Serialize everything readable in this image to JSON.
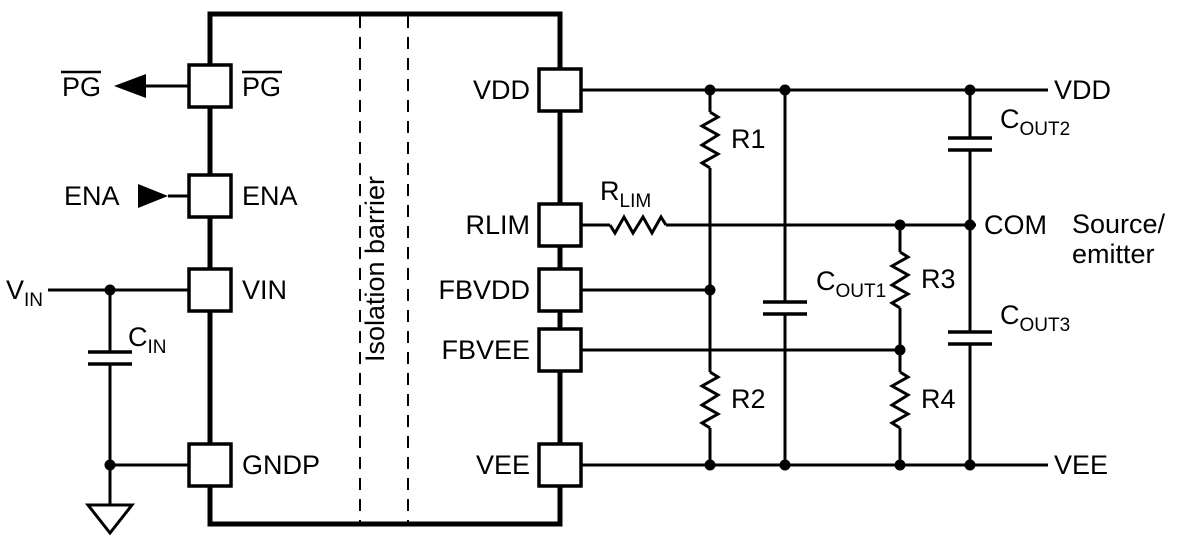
{
  "ic": {
    "isolation_barrier": {
      "label": "Isolation barrier",
      "color": "#cc0000"
    },
    "left_pins": [
      {
        "label": "PG",
        "overline": true
      },
      {
        "label": "ENA"
      },
      {
        "label": "VIN"
      },
      {
        "label": "GNDP"
      }
    ],
    "right_pins": [
      {
        "label": "VDD"
      },
      {
        "label": "RLIM"
      },
      {
        "label": "FBVDD"
      },
      {
        "label": "FBVEE"
      },
      {
        "label": "VEE"
      }
    ]
  },
  "external": {
    "pg_label": "PG",
    "pg_overline": true,
    "ena_label": "ENA",
    "vin": {
      "main": "V",
      "sub": "IN"
    },
    "cin": {
      "main": "C",
      "sub": "IN"
    }
  },
  "components": {
    "r1": "R1",
    "r2": "R2",
    "r3": "R3",
    "r4": "R4",
    "rlim": {
      "main": "R",
      "sub": "LIM"
    },
    "cout1": {
      "main": "C",
      "sub": "OUT1"
    },
    "cout2": {
      "main": "C",
      "sub": "OUT2"
    },
    "cout3": {
      "main": "C",
      "sub": "OUT3"
    }
  },
  "rails": {
    "vdd": "VDD",
    "vee": "VEE",
    "com": "COM",
    "load_line1": "Source/",
    "load_line2": "emitter"
  }
}
